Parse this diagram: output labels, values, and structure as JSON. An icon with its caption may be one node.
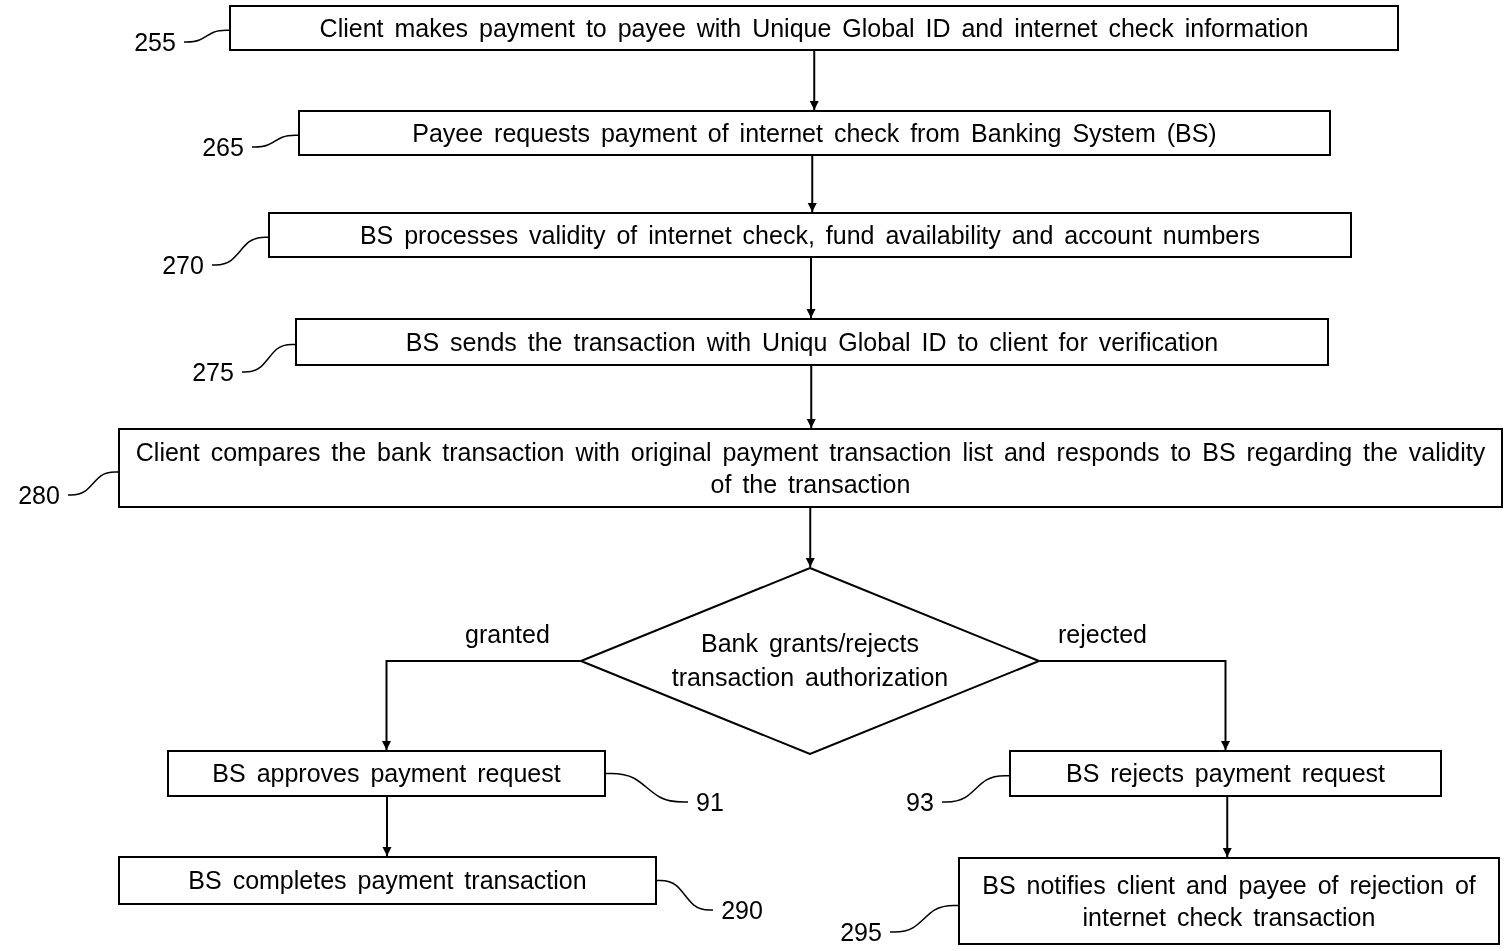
{
  "diagram": {
    "nodes": [
      {
        "text": [
          "255"
        ]
      },
      {
        "text": [
          "Client makes payment to payee with Unique Global ID and internet check information"
        ]
      },
      {
        "text": [
          "265"
        ]
      },
      {
        "text": [
          "Payee requests payment of internet check from Banking System (BS)"
        ]
      },
      {
        "text": [
          "270"
        ]
      },
      {
        "text": [
          "BS processes validity of internet check, fund availability and account numbers"
        ]
      },
      {
        "text": [
          "275"
        ]
      },
      {
        "text": [
          "BS sends the transaction with Uniqu Global ID to client for verification"
        ]
      },
      {
        "text": [
          "280"
        ]
      },
      {
        "text": [
          "Client compares the bank transaction with original payment transaction list and responds to BS regarding the validity of the transaction"
        ]
      },
      {
        "text": [
          "Bank grants/rejects transaction authorization"
        ]
      },
      {
        "text": [
          "BS approves payment request"
        ]
      },
      {
        "text": [
          "91"
        ]
      },
      {
        "text": [
          "93"
        ]
      },
      {
        "text": [
          "BS rejects payment request"
        ]
      },
      {
        "text": [
          "BS completes payment transaction"
        ]
      },
      {
        "text": [
          "290"
        ]
      },
      {
        "text": [
          "295"
        ]
      },
      {
        "text": [
          "BS notifies client and payee of rejection of internet check transaction"
        ]
      }
    ],
    "edges": [
      {
        "from": 1,
        "to": 3,
        "arrow": "to"
      },
      {
        "from": 3,
        "to": 5,
        "arrow": "to"
      },
      {
        "from": 5,
        "to": 7,
        "arrow": "to"
      },
      {
        "from": 7,
        "to": 9,
        "arrow": "to"
      },
      {
        "from": 9,
        "to": 10,
        "arrow": "to"
      },
      {
        "from": 10,
        "to": 11,
        "arrow": "to",
        "label": "granted"
      },
      {
        "from": 10,
        "to": 14,
        "arrow": "to",
        "label": "rejected"
      },
      {
        "from": 11,
        "to": 15,
        "arrow": "to"
      },
      {
        "from": 14,
        "to": 18,
        "arrow": "to"
      },
      {
        "from": 0,
        "to": 1,
        "arrow": "none"
      },
      {
        "from": 2,
        "to": 3,
        "arrow": "none"
      },
      {
        "from": 4,
        "to": 5,
        "arrow": "none"
      },
      {
        "from": 6,
        "to": 7,
        "arrow": "none"
      },
      {
        "from": 8,
        "to": 9,
        "arrow": "none"
      },
      {
        "from": 12,
        "to": 11,
        "arrow": "none"
      },
      {
        "from": 13,
        "to": 14,
        "arrow": "none"
      },
      {
        "from": 16,
        "to": 15,
        "arrow": "none"
      },
      {
        "from": 17,
        "to": 18,
        "arrow": "none"
      }
    ]
  }
}
